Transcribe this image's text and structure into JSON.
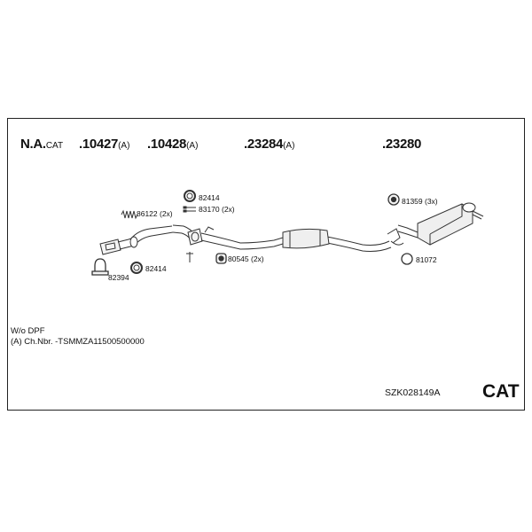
{
  "header": {
    "variants": [
      {
        "main": "N.A.",
        "suffix": "CAT"
      },
      {
        "main": ".10427",
        "suffix": "(A)"
      },
      {
        "main": ".10428",
        "suffix": "(A)"
      },
      {
        "main": ".23284",
        "suffix": "(A)"
      },
      {
        "main": ".23280",
        "suffix": ""
      }
    ]
  },
  "parts": {
    "p82414_top": "82414",
    "p83170": "83170 (2x)",
    "p86122": "86122 (2x)",
    "p82414_bottom": "82414",
    "p82394": "82394",
    "p80545": "80545 (2x)",
    "p81359": "81359 (3x)",
    "p81072": "81072"
  },
  "notes": {
    "line1": "W/o DPF",
    "line2": "(A) Ch.Nbr. -TSMMZA11500500000"
  },
  "footer": {
    "code": "SZK028149A",
    "type": "CAT"
  }
}
